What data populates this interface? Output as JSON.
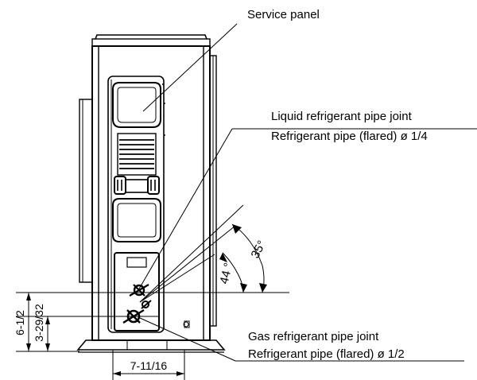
{
  "labels": {
    "service_panel": "Service panel",
    "liquid_joint": "Liquid refrigerant pipe joint",
    "liquid_pipe": "Refrigerant pipe (flared) ø 1/4",
    "gas_joint": "Gas refrigerant pipe joint",
    "gas_pipe": "Refrigerant pipe (flared) ø 1/2"
  },
  "angles": {
    "outer": "35°",
    "inner": "44 °"
  },
  "dimensions": {
    "height_outer": "6-1/2",
    "height_inner": "3-29/32",
    "width_bottom": "7-11/16"
  }
}
